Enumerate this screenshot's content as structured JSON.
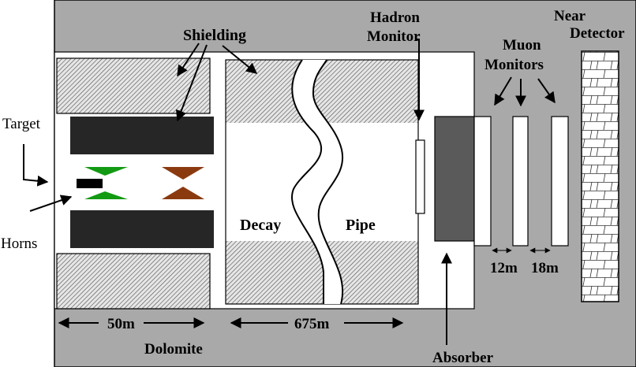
{
  "labels": {
    "shielding": "Shielding",
    "hadron_monitor_line1": "Hadron",
    "hadron_monitor_line2": "Monitor",
    "near_detector_line1": "Near",
    "near_detector_line2": "Detector",
    "muon_monitors_line1": "Muon",
    "muon_monitors_line2": "Monitors",
    "target": "Target",
    "horns": "Horns",
    "decay": "Decay",
    "pipe": "Pipe",
    "dist_12m": "12m",
    "dist_18m": "18m",
    "dist_50m": "50m",
    "dist_675m": "675m",
    "dolomite": "Dolomite",
    "absorber": "Absorber"
  },
  "colors": {
    "rock": "#a9a9a9",
    "tunnel": "#ffffff",
    "steel": "#262626",
    "absorber": "#5a5a5a",
    "horn_green": "#139a13",
    "horn_brown": "#8b3a0f",
    "hatch": "#555555"
  }
}
